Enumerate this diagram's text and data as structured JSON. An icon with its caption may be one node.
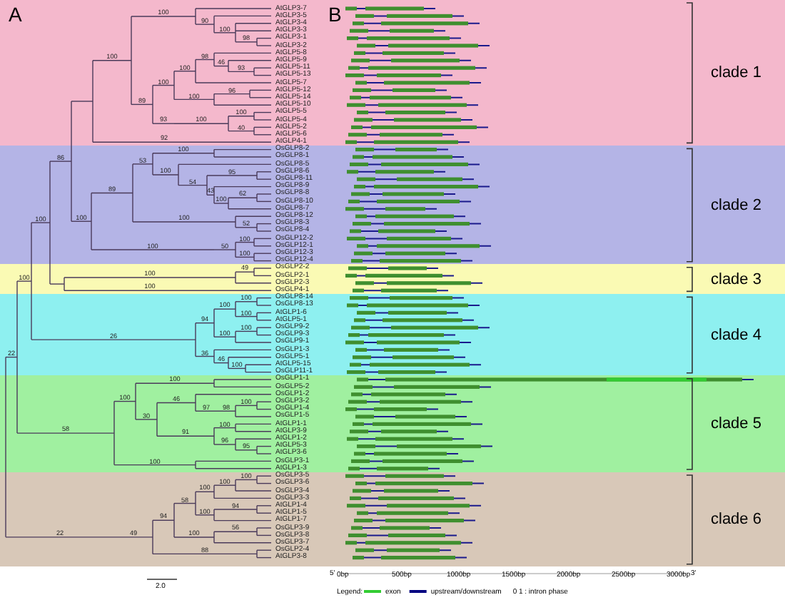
{
  "diagram": {
    "nodes": [
      {
        "text": [
          "clade 1"
        ]
      },
      {
        "text": [
          "AtGLP3-7"
        ],
        "in": 0
      },
      {
        "text": [
          "AtGLP3-5"
        ],
        "in": 0
      },
      {
        "text": [
          "AtGLP3-4"
        ],
        "in": 0
      },
      {
        "text": [
          "AtGLP3-3"
        ],
        "in": 0
      },
      {
        "text": [
          "AtGLP3-1"
        ],
        "in": 0
      },
      {
        "text": [
          "AtGLP3-2"
        ],
        "in": 0
      },
      {
        "text": [
          "AtGLP5-8"
        ],
        "in": 0
      },
      {
        "text": [
          "AtGLP5-9"
        ],
        "in": 0
      },
      {
        "text": [
          "AtGLP5-11"
        ],
        "in": 0
      },
      {
        "text": [
          "AtGLP5-13"
        ],
        "in": 0
      },
      {
        "text": [
          "AtGLP5-7"
        ],
        "in": 0
      },
      {
        "text": [
          "AtGLP5-12"
        ],
        "in": 0
      },
      {
        "text": [
          "AtGLP5-14"
        ],
        "in": 0
      },
      {
        "text": [
          "AtGLP5-10"
        ],
        "in": 0
      },
      {
        "text": [
          "AtGLP5-5"
        ],
        "in": 0
      },
      {
        "text": [
          "AtGLP5-4"
        ],
        "in": 0
      },
      {
        "text": [
          "AtGLP5-2"
        ],
        "in": 0
      },
      {
        "text": [
          "AtGLP5-6"
        ],
        "in": 0
      },
      {
        "text": [
          "AtGLP4-1"
        ],
        "in": 0
      },
      {
        "text": [
          "clade 2"
        ]
      },
      {
        "text": [
          "OsGLP8-2"
        ],
        "in": 20
      },
      {
        "text": [
          "OsGLP8-1"
        ],
        "in": 20
      },
      {
        "text": [
          "OsGLP8-5"
        ],
        "in": 20
      },
      {
        "text": [
          "OsGLP8-6"
        ],
        "in": 20
      },
      {
        "text": [
          "OsGLP8-11"
        ],
        "in": 20
      },
      {
        "text": [
          "OsGLP8-9"
        ],
        "in": 20
      },
      {
        "text": [
          "OsGLP8-8"
        ],
        "in": 20
      },
      {
        "text": [
          "OsGLP8-10"
        ],
        "in": 20
      },
      {
        "text": [
          "OsGLP8-7"
        ],
        "in": 20
      },
      {
        "text": [
          "OsGLP8-12"
        ],
        "in": 20
      },
      {
        "text": [
          "OsGLP8-3"
        ],
        "in": 20
      },
      {
        "text": [
          "OsGLP8-4"
        ],
        "in": 20
      },
      {
        "text": [
          "OsGLP12-2"
        ],
        "in": 20
      },
      {
        "text": [
          "OsGLP12-1"
        ],
        "in": 20
      },
      {
        "text": [
          "OsGLP12-3"
        ],
        "in": 20
      },
      {
        "text": [
          "OsGLP12-4"
        ],
        "in": 20
      },
      {
        "text": [
          "clade 3"
        ]
      },
      {
        "text": [
          "OsGLP2-2"
        ],
        "in": 37
      },
      {
        "text": [
          "OsGLP2-1"
        ],
        "in": 37
      },
      {
        "text": [
          "OsGLP2-3"
        ],
        "in": 37
      },
      {
        "text": [
          "OsGLP4-1"
        ],
        "in": 37
      },
      {
        "text": [
          "clade 4"
        ]
      },
      {
        "text": [
          "OsGLP8-14"
        ],
        "in": 42
      },
      {
        "text": [
          "OsGLP8-13"
        ],
        "in": 42
      },
      {
        "text": [
          "AtGLP1-6"
        ],
        "in": 42
      },
      {
        "text": [
          "AtGLP5-1"
        ],
        "in": 42
      },
      {
        "text": [
          "OsGLP9-2"
        ],
        "in": 42
      },
      {
        "text": [
          "OsGLP9-3"
        ],
        "in": 42
      },
      {
        "text": [
          "OsGLP9-1"
        ],
        "in": 42
      },
      {
        "text": [
          "OsGLP1-3"
        ],
        "in": 42
      },
      {
        "text": [
          "OsGLP5-1"
        ],
        "in": 42
      },
      {
        "text": [
          "AtGLP5-15"
        ],
        "in": 42
      },
      {
        "text": [
          "OsGLP11-1"
        ],
        "in": 42
      },
      {
        "text": [
          "clade 5"
        ]
      },
      {
        "text": [
          "OsGLP1-1"
        ],
        "in": 54
      },
      {
        "text": [
          "OsGLP5-2"
        ],
        "in": 54
      },
      {
        "text": [
          "OsGLP1-2"
        ],
        "in": 54
      },
      {
        "text": [
          "OsGLP3-2"
        ],
        "in": 54
      },
      {
        "text": [
          "OsGLP1-4"
        ],
        "in": 54
      },
      {
        "text": [
          "OsGLP1-5"
        ],
        "in": 54
      },
      {
        "text": [
          "AtGLP1-1"
        ],
        "in": 54
      },
      {
        "text": [
          "AtGLP3-9"
        ],
        "in": 54
      },
      {
        "text": [
          "AtGLP1-2"
        ],
        "in": 54
      },
      {
        "text": [
          "AtGLP5-3"
        ],
        "in": 54
      },
      {
        "text": [
          "AtGLP3-6"
        ],
        "in": 54
      },
      {
        "text": [
          "OsGLP3-1"
        ],
        "in": 54
      },
      {
        "text": [
          "AtGLP1-3"
        ],
        "in": 54
      },
      {
        "text": [
          "clade 6"
        ]
      },
      {
        "text": [
          "OsGLP3-5"
        ],
        "in": 68
      },
      {
        "text": [
          "OsGLP3-6"
        ],
        "in": 68
      },
      {
        "text": [
          "OsGLP3-4"
        ],
        "in": 68
      },
      {
        "text": [
          "OsGLP3-3"
        ],
        "in": 68
      },
      {
        "text": [
          "AtGLP1-4"
        ],
        "in": 68
      },
      {
        "text": [
          "AtGLP1-5"
        ],
        "in": 68
      },
      {
        "text": [
          "AtGLP1-7"
        ],
        "in": 68
      },
      {
        "text": [
          "OsGLP3-9"
        ],
        "in": 68
      },
      {
        "text": [
          "OsGLP3-8"
        ],
        "in": 68
      },
      {
        "text": [
          "OsGLP3-7"
        ],
        "in": 68
      },
      {
        "text": [
          "OsGLP2-4"
        ],
        "in": 68
      },
      {
        "text": [
          "AtGLP3-8"
        ],
        "in": 68
      }
    ],
    "labels": [
      "A",
      "B",
      "22",
      "100",
      "100",
      "86",
      "100",
      "100",
      "90",
      "100",
      "98",
      "89",
      "100",
      "100",
      "98",
      "46",
      "93",
      "100",
      "96",
      "93",
      "100",
      "100",
      "40",
      "92",
      "100",
      "89",
      "53",
      "100",
      "100",
      "54",
      "95",
      "43",
      "100",
      "62",
      "100",
      "52",
      "100",
      "50",
      "100",
      "100",
      "100",
      "49",
      "100",
      "26",
      "94",
      "100",
      "100",
      "100",
      "100",
      "100",
      "36",
      "46",
      "100",
      "58",
      "100",
      "100",
      "30",
      "46",
      "97",
      "98",
      "100",
      "91",
      "100",
      "96",
      "95",
      "100",
      "22",
      "49",
      "94",
      "58",
      "100",
      "100",
      "100",
      "100",
      "94",
      "100",
      "56",
      "88",
      "2.0",
      "5'",
      "0bp",
      "500bp",
      "1000bp",
      "1500bp",
      "2000bp",
      "2500bp",
      "3000bp",
      "3'",
      "Legend:",
      "0 1 : intron phase"
    ],
    "legend": [
      {
        "text": "exon",
        "color": "#33cc33"
      },
      {
        "text": "upstream/downstream",
        "color": "#000080"
      }
    ]
  }
}
